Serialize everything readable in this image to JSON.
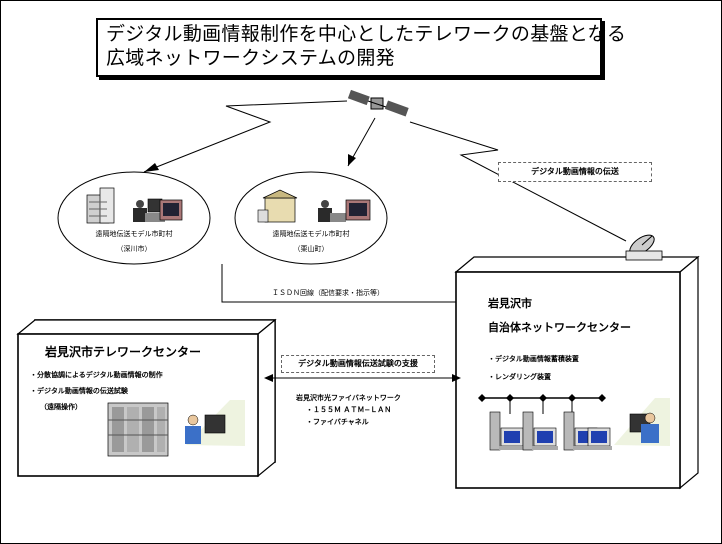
{
  "title": {
    "line1": "デジタル動画情報制作を中心としたテレワークの基盤となる",
    "line2": "広域ネットワークシステムの開発"
  },
  "sites": {
    "left": {
      "name": "遠隔地伝送モデル市町村",
      "place": "（深川市）"
    },
    "right": {
      "name": "遠隔地伝送モデル市町村",
      "place": "（栗山町）"
    }
  },
  "labels": {
    "satellite_transfer": "デジタル動画情報の伝送",
    "isdn": "ＩＳＤＮ回線（配信要求・指示等）",
    "trial_support": "デジタル動画情報伝送試験の支援",
    "fiber_title": "岩見沢市光ファイバネットワーク",
    "fiber_item1": "・１５５Ｍ ＡＴＭ−ＬＡＮ",
    "fiber_item2": "・ファイバチャネル"
  },
  "telework_center": {
    "title": "岩見沢市テレワークセンター",
    "item1": "・分散協調によるデジタル動画情報の制作",
    "item2": "・デジタル動画情報の伝送試験",
    "item2_note": "（遠隔操作）"
  },
  "network_center": {
    "title1": "岩見沢市",
    "title2": "自治体ネットワークセンター",
    "item1": "・デジタル動画情報蓄積装置",
    "item2": "・レンダリング装置"
  },
  "icons": [
    "satellite-icon",
    "satellite-dish-icon",
    "building-icon",
    "person-at-pc-icon",
    "server-rack-icon",
    "workstation-icon"
  ]
}
